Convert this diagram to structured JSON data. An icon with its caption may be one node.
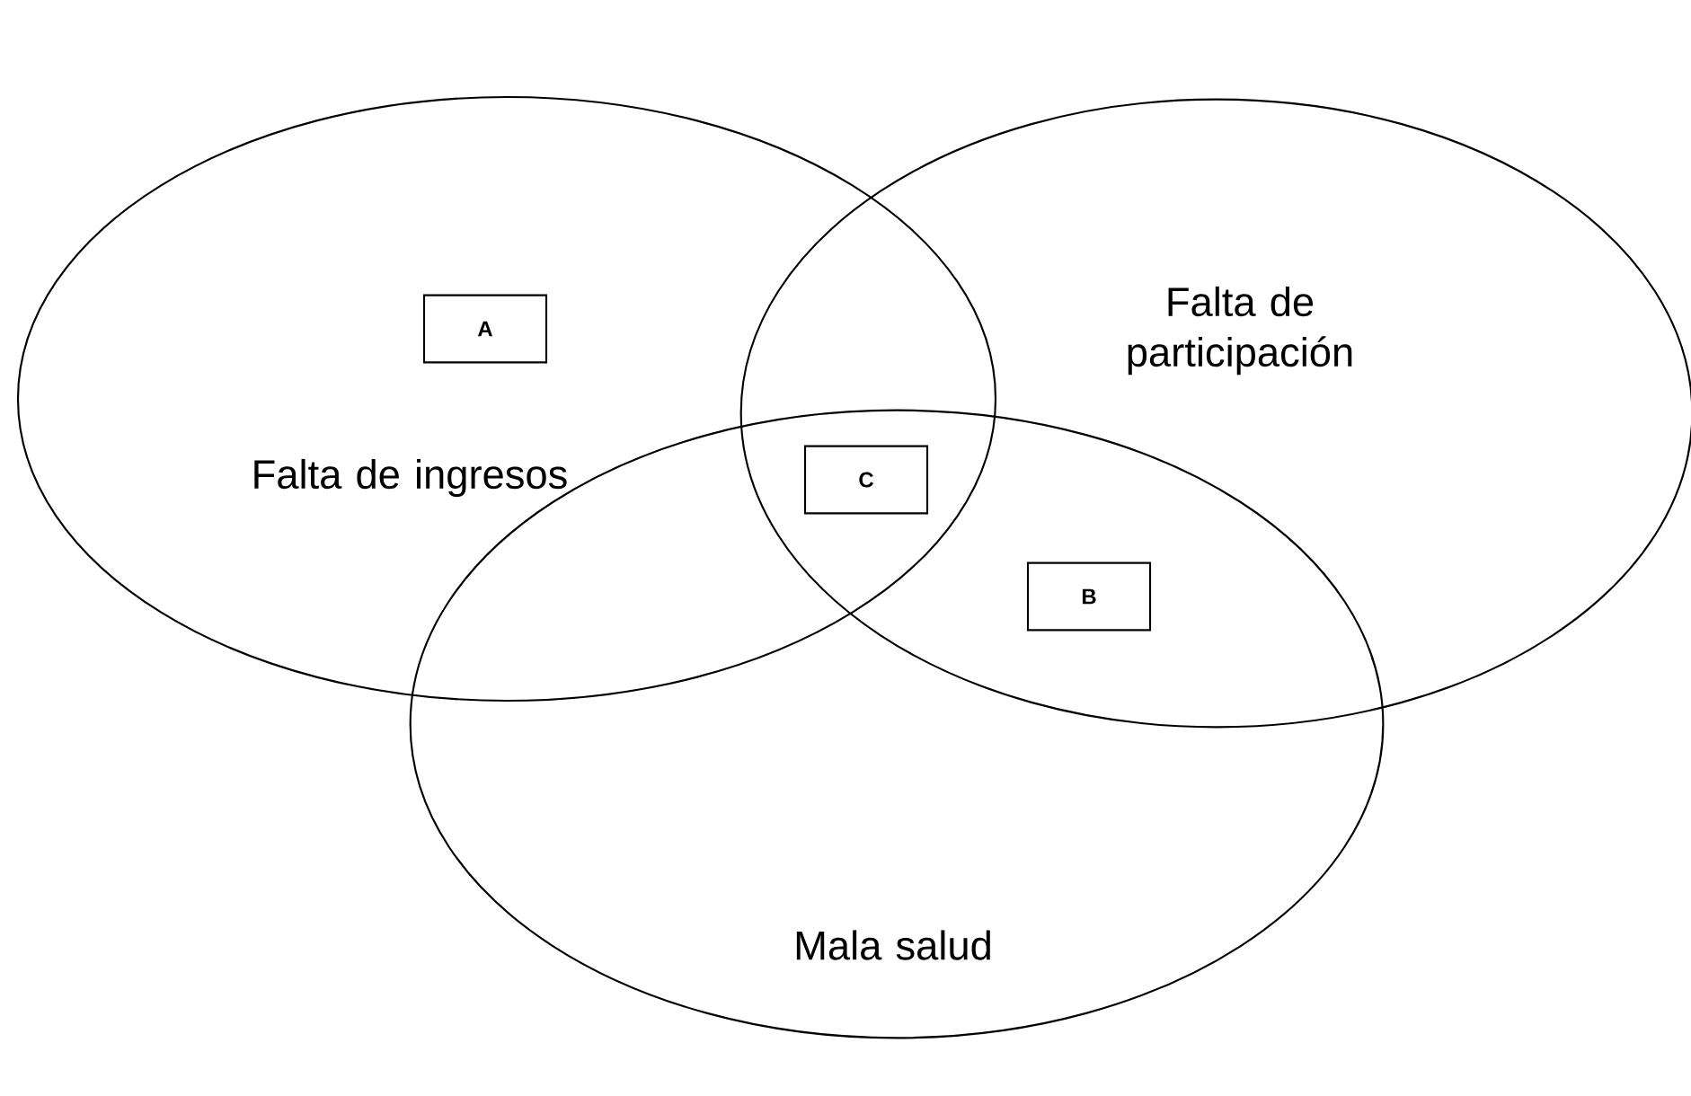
{
  "diagram": {
    "nodes": [
      {
        "text": [
          "Falta de ingresos"
        ]
      },
      {
        "text": [
          "A"
        ],
        "in": 0
      },
      {
        "text": [
          "Falta de participación"
        ]
      },
      {
        "text": [
          "C"
        ]
      },
      {
        "text": [
          "B"
        ]
      },
      {
        "text": [
          "Mala salud"
        ]
      }
    ]
  }
}
